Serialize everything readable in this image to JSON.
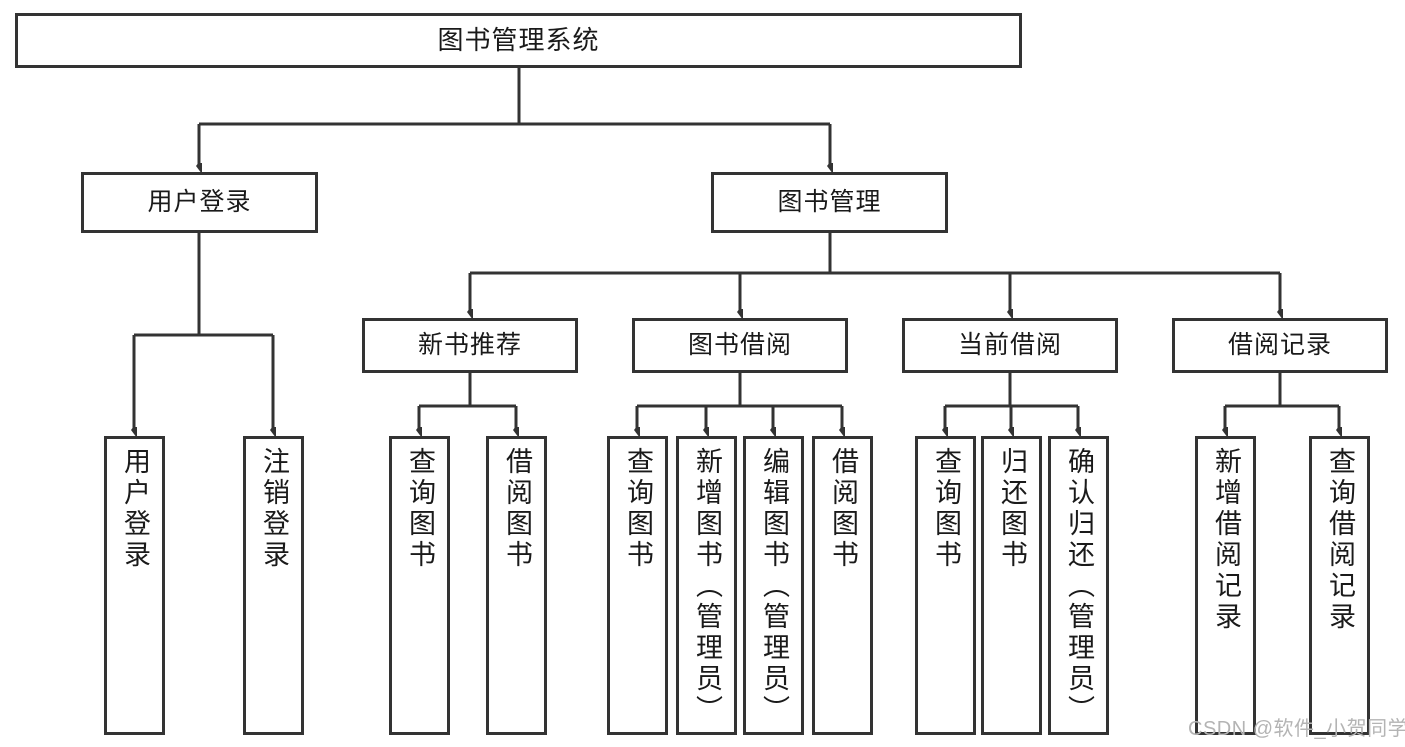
{
  "diagram": {
    "title_node": {
      "label": "图书管理系统"
    },
    "level2": [
      {
        "label": "用户登录"
      },
      {
        "label": "图书管理"
      }
    ],
    "level3": [
      {
        "label": "新书推荐"
      },
      {
        "label": "图书借阅"
      },
      {
        "label": "当前借阅"
      },
      {
        "label": "借阅记录"
      }
    ],
    "leaves_user_login": [
      {
        "label": "用户登录"
      },
      {
        "label": "注销登录"
      }
    ],
    "leaves_new_book": [
      {
        "label": "查询图书"
      },
      {
        "label": "借阅图书"
      }
    ],
    "leaves_borrow": [
      {
        "label": "查询图书"
      },
      {
        "label": "新增图书（管理员）"
      },
      {
        "label": "编辑图书（管理员）"
      },
      {
        "label": "借阅图书"
      }
    ],
    "leaves_current": [
      {
        "label": "查询图书"
      },
      {
        "label": "归还图书"
      },
      {
        "label": "确认归还（管理员）"
      }
    ],
    "leaves_records": [
      {
        "label": "新增借阅记录"
      },
      {
        "label": "查询借阅记录"
      }
    ]
  },
  "watermark": {
    "text": "CSDN @软件_小贺同学"
  },
  "colors": {
    "stroke": "#333333",
    "background": "#ffffff",
    "text": "#1a1a1a",
    "watermark": "#b4b4b4"
  }
}
